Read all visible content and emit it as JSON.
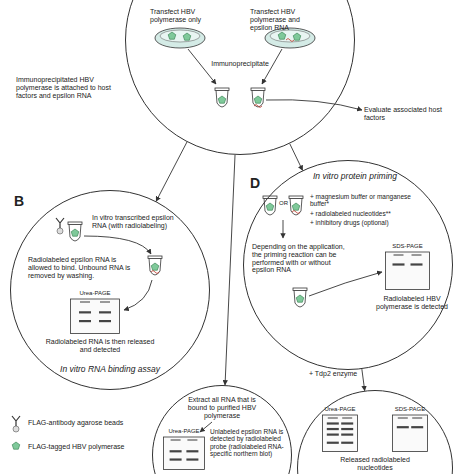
{
  "diagram": {
    "nodes": [
      {
        "text": [
          "Transfect HBV polymerase only",
          "Transfect HBV polymerase and epsilon RNA",
          "Immunoprecipitate"
        ]
      },
      {
        "text": [
          "B",
          "In vitro transcribed epsilon RNA (with radiolabeling)",
          "Radiolabeled epsilon RNA is allowed to bind. Unbound RNA is removed by washing.",
          "Radiolabeled RNA is then released and detected",
          "In vitro RNA binding assay"
        ]
      },
      {
        "text": [
          "Urea-PAGE"
        ],
        "in": 1
      },
      {
        "text": [
          "D",
          "In vitro protein priming",
          "OR",
          "+ magnesium buffer or manganese buffer*",
          "+ radiolabeled nucleotides**",
          "+ inhibitory drugs (optional)",
          "Depending on the application, the priming reaction can be performed with or without epsilon RNA",
          "Radiolabeled HBV polymerase is detected"
        ]
      },
      {
        "text": [
          "SDS-PAGE"
        ],
        "in": 3
      },
      {
        "text": [
          "Extract all RNA that is bound to purified HBV polymerase",
          "Unlabeled epsilon RNA is detected by radiolabeled probe (radiolabeled RNA-specific northern blot)"
        ]
      },
      {
        "text": [
          "Urea-PAGE"
        ],
        "in": 5
      },
      {
        "text": [
          "Released radiolabeled nucleotides"
        ]
      },
      {
        "text": [
          "Urea-PAGE"
        ],
        "in": 7
      },
      {
        "text": [
          "SDS-PAGE"
        ],
        "in": 7
      }
    ],
    "edges": [
      {
        "from": 0,
        "to": 1,
        "arrow": "to"
      },
      {
        "from": 0,
        "to": 3,
        "arrow": "to"
      },
      {
        "from": 0,
        "to": 5,
        "arrow": "to"
      },
      {
        "from": 3,
        "to": 7,
        "arrow": "to",
        "label": "+ Tdp2 enzyme"
      }
    ],
    "labels": [
      "Immunoprecipitated HBV polymerase is attached to host factors and epsilon RNA",
      "Evaluate associated host factors"
    ],
    "legend": [
      {
        "text": "FLAG-antibody agarose beads"
      },
      {
        "text": "FLAG-tagged HBV polymerase"
      }
    ]
  }
}
